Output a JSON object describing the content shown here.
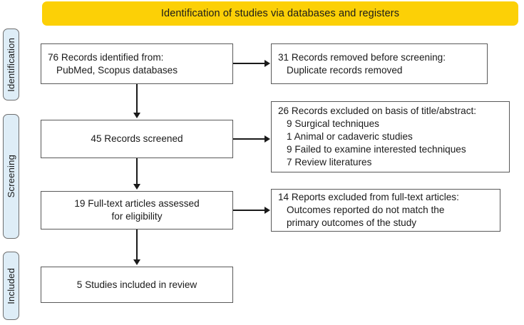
{
  "diagram": {
    "title": "Identification of studies via databases and registers",
    "type": "PRISMA flow diagram",
    "colors": {
      "banner_background": "#FCD006",
      "stage_tab_background": "#DEEDF7",
      "stage_tab_border": "#6e6e6e",
      "node_border": "#595959",
      "text": "#1a1a1a",
      "page_background": "#ffffff"
    }
  },
  "stages": [
    {
      "label": "Identification"
    },
    {
      "label": "Screening"
    },
    {
      "label": "Included"
    }
  ],
  "nodes": {
    "identified": {
      "count": 76,
      "lines": [
        "76 Records identified from:",
        "PubMed, Scopus databases"
      ]
    },
    "removed": {
      "count": 31,
      "lines": [
        "31 Records removed before screening:",
        "Duplicate records removed"
      ]
    },
    "screened": {
      "count": 45,
      "lines": [
        "45 Records screened"
      ]
    },
    "excluded": {
      "count": 26,
      "header": "26 Records excluded on basis of title/abstract:",
      "reasons": [
        "9 Surgical techniques",
        "1 Animal or cadaveric studies",
        "9 Failed to examine interested techniques",
        "7 Review literatures"
      ]
    },
    "fulltext": {
      "count": 19,
      "lines": [
        "19 Full-text articles assessed",
        "for eligibility"
      ]
    },
    "reports_excluded": {
      "count": 14,
      "lines": [
        "14 Reports excluded from full-text articles:",
        "Outcomes reported do not match the",
        "primary outcomes of the study"
      ]
    },
    "included": {
      "count": 5,
      "lines": [
        "5 Studies included in review"
      ]
    }
  },
  "connectors": [
    {
      "name": "identified-to-screened",
      "direction": "down"
    },
    {
      "name": "identified-to-removed",
      "direction": "right"
    },
    {
      "name": "screened-to-fulltext",
      "direction": "down"
    },
    {
      "name": "screened-to-excluded",
      "direction": "right"
    },
    {
      "name": "fulltext-to-included",
      "direction": "down"
    },
    {
      "name": "fulltext-to-reports-excluded",
      "direction": "right"
    }
  ]
}
